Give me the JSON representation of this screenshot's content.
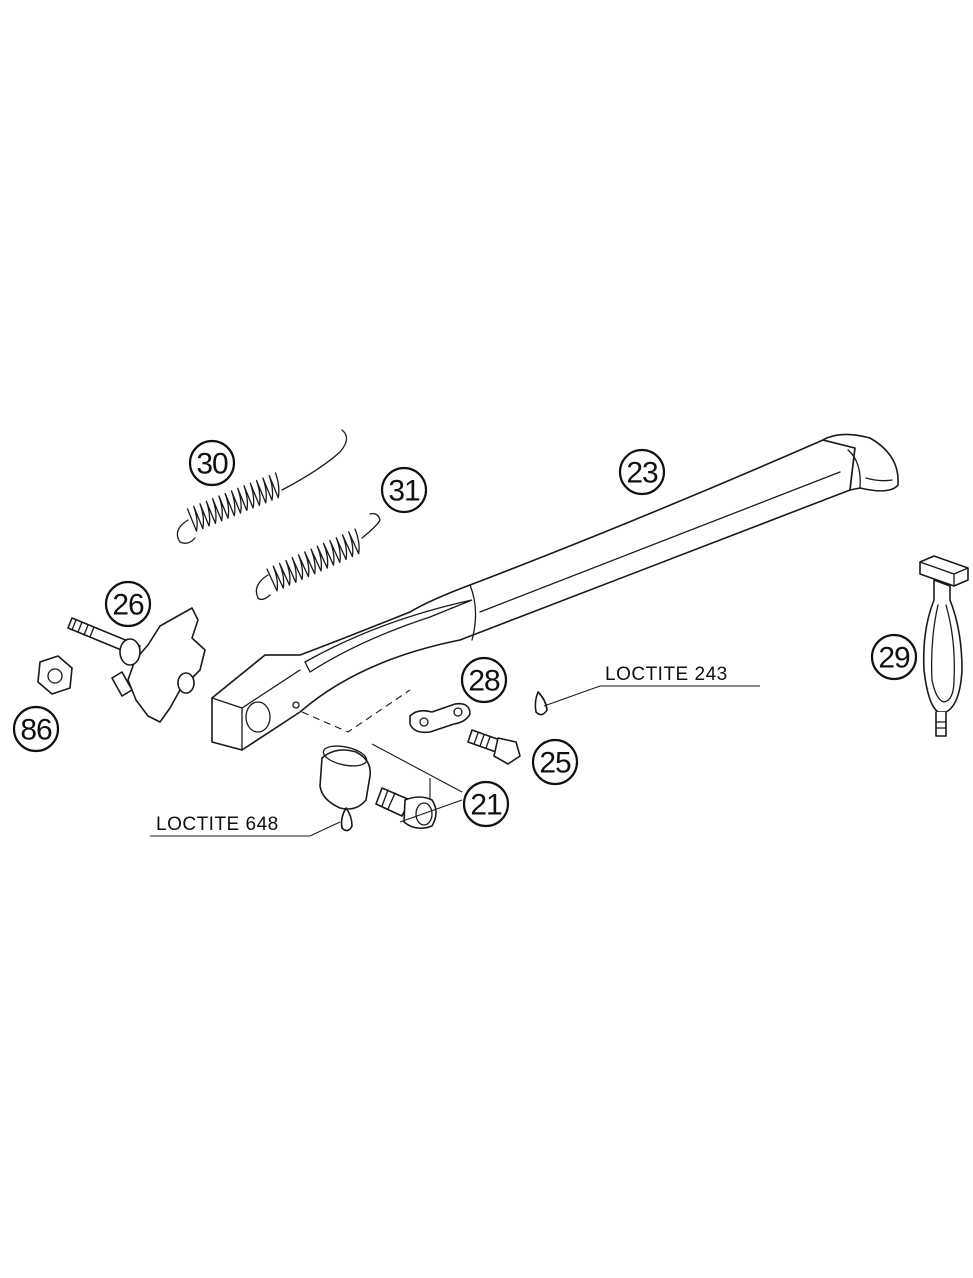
{
  "callouts": {
    "c30": "30",
    "c31": "31",
    "c23": "23",
    "c26": "26",
    "c28": "28",
    "c25": "25",
    "c21": "21",
    "c29": "29",
    "c86": "86"
  },
  "notes": {
    "loctite_243": "LOCTITE 243",
    "loctite_648": "LOCTITE 648"
  }
}
